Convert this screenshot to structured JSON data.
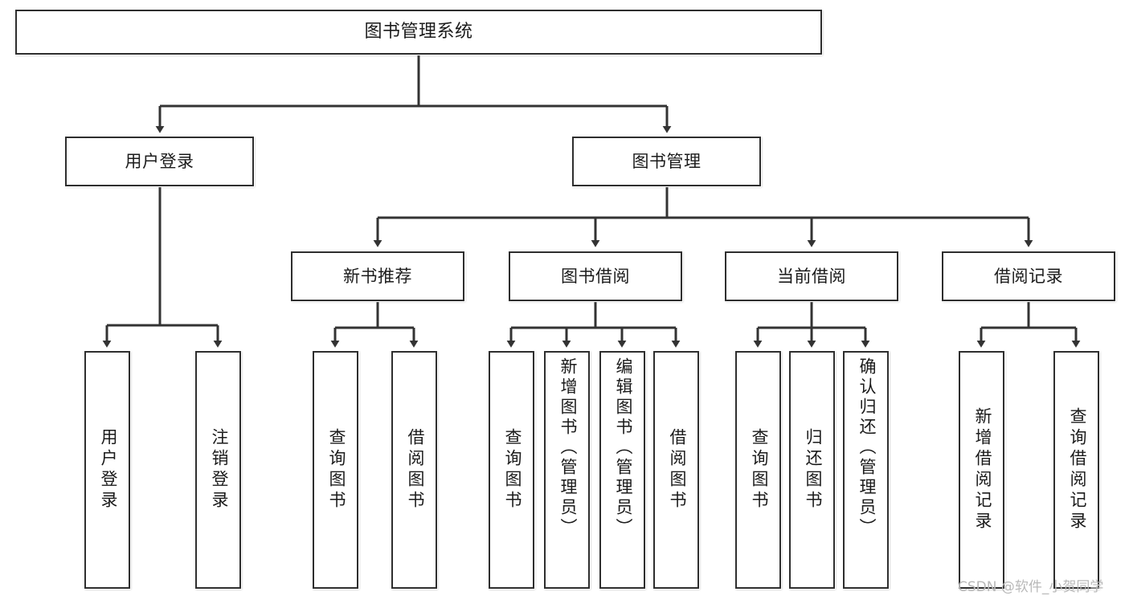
{
  "diagram": {
    "title": "图书管理系统",
    "type": "tree",
    "colors": {
      "box_border": "#2e2e2e",
      "box_fill": "#ffffff",
      "connector": "#333333",
      "text": "#1b1b1b",
      "watermark": "#b9b9b9"
    },
    "root": {
      "label": "图书管理系统"
    },
    "level2": [
      {
        "label": "用户登录"
      },
      {
        "label": "图书管理"
      }
    ],
    "level3": [
      {
        "label": "新书推荐"
      },
      {
        "label": "图书借阅"
      },
      {
        "label": "当前借阅"
      },
      {
        "label": "借阅记录"
      }
    ],
    "leaves": {
      "user_login": [
        {
          "label": "用户登录"
        },
        {
          "label": "注销登录"
        }
      ],
      "new_book_recommend": [
        {
          "label": "查询图书"
        },
        {
          "label": "借阅图书"
        }
      ],
      "book_borrow": [
        {
          "label": "查询图书"
        },
        {
          "label": "新增图书（管理员）"
        },
        {
          "label": "编辑图书（管理员）"
        },
        {
          "label": "借阅图书"
        }
      ],
      "current_borrow": [
        {
          "label": "查询图书"
        },
        {
          "label": "归还图书"
        },
        {
          "label": "确认归还（管理员）"
        }
      ],
      "borrow_record": [
        {
          "label": "新增借阅记录"
        },
        {
          "label": "查询借阅记录"
        }
      ]
    }
  },
  "watermark": {
    "text": "CSDN @软件_小贺同学"
  }
}
